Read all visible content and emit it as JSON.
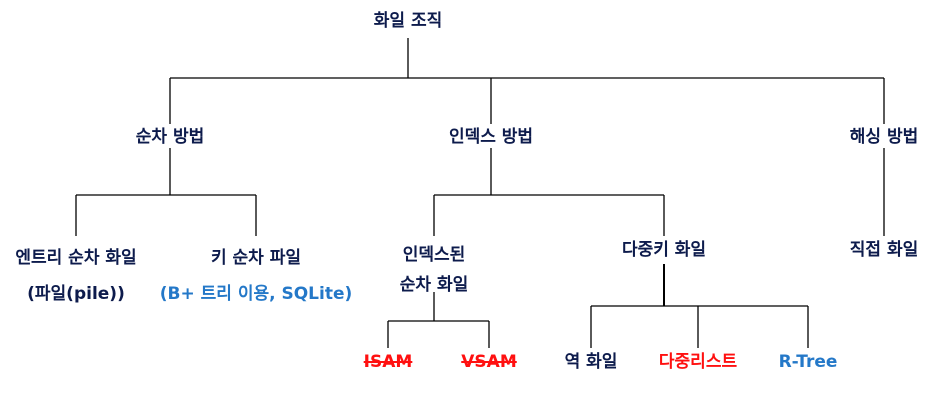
{
  "title": "화일 조직",
  "methods": {
    "sequential": "순차 방법",
    "index": "인덱스 방법",
    "hashing": "해싱 방법"
  },
  "sequential_children": {
    "entry_line1": "엔트리 순차 화일",
    "entry_line2": "(파일(pile))",
    "key_line1": "키 순차 파일",
    "key_line2": "(B+ 트리 이용, SQLite)"
  },
  "index_children": {
    "indexed_seq_line1": "인덱스된",
    "indexed_seq_line2": "순차 화일",
    "multikey": "다중키 화일"
  },
  "hashing_children": {
    "direct": "직접 화일"
  },
  "indexed_seq_children": [
    "ISAM",
    "VSAM"
  ],
  "multikey_children": [
    "역 화일",
    "다중리스트",
    "R-Tree"
  ],
  "colors": {
    "navy": "#0d1b4c",
    "blue": "#2478c8",
    "red": "#ff1010",
    "line": "#000000"
  }
}
